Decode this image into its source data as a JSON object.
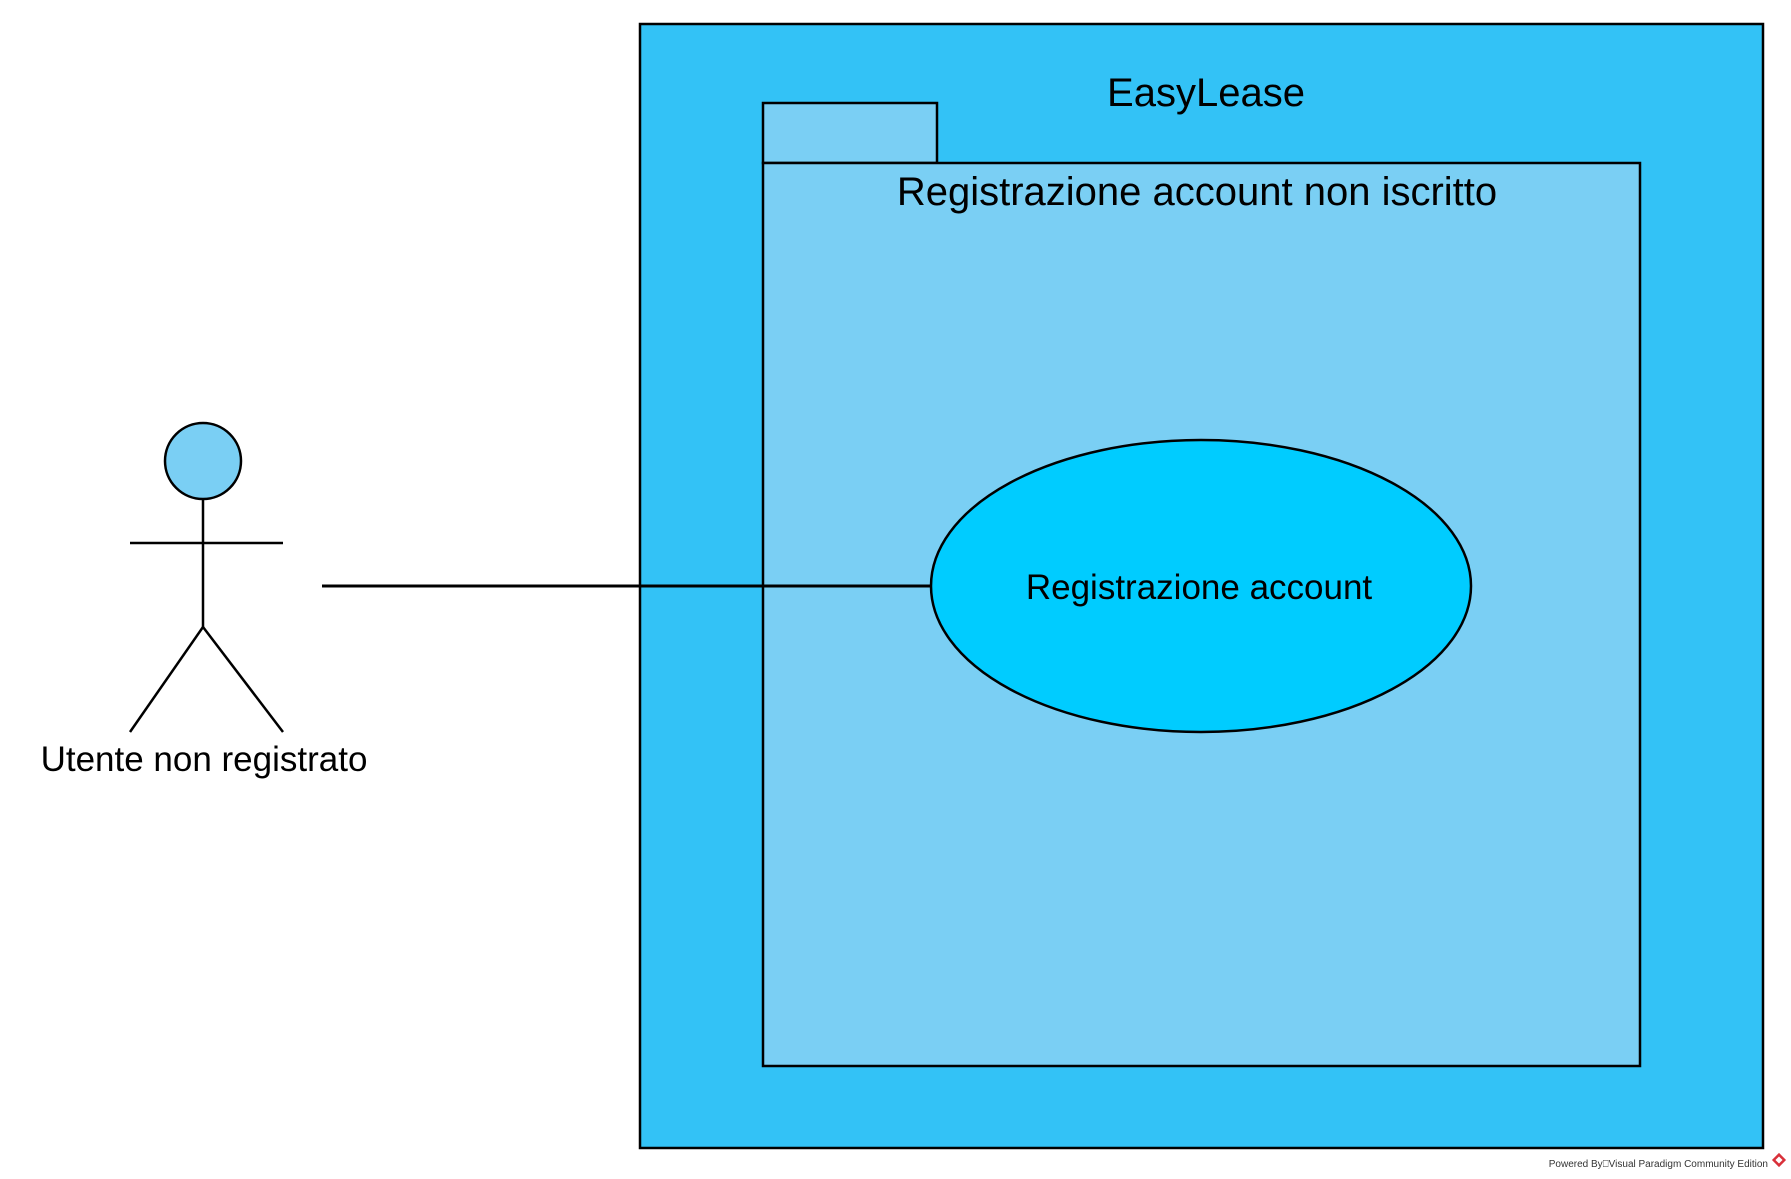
{
  "system": {
    "title": "EasyLease",
    "fill_color": "#33c2f6"
  },
  "package": {
    "title": "Registrazione account non iscritto",
    "fill_color": "#7acff4"
  },
  "use_case": {
    "label": "Registrazione account",
    "fill_color": "#00ccff"
  },
  "actor": {
    "name": "Utente non registrato",
    "head_color": "#7acff4"
  },
  "association": {
    "from": "Utente non registrato",
    "to": "Registrazione account"
  },
  "watermark": {
    "text": "Powered By⎕Visual Paradigm Community Edition",
    "icon": "visual-paradigm-logo-icon",
    "icon_color": "#d9303a"
  }
}
